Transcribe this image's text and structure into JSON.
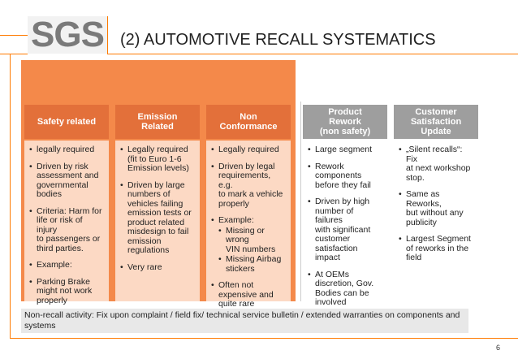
{
  "logo": "SGS",
  "title": "(2) AUTOMOTIVE RECALL SYSTEMATICS",
  "columns": [
    {
      "header": [
        "Safety related"
      ],
      "items": [
        {
          "text": [
            "legally required"
          ]
        },
        {
          "text": [
            "Driven by risk",
            "assessment and",
            "governmental",
            "bodies"
          ]
        },
        {
          "text": [
            "Criteria: Harm for",
            "life or risk of injury",
            "to passengers or",
            "third parties."
          ]
        },
        {
          "text": [
            "Example:"
          ]
        },
        {
          "text": [
            "Parking Brake",
            "might not work",
            "properly"
          ]
        }
      ]
    },
    {
      "header": [
        "Emission",
        "Related"
      ],
      "items": [
        {
          "text": [
            "Legally required",
            "(fit to Euro 1-6",
            "Emission levels)"
          ]
        },
        {
          "text": [
            "Driven by large",
            "numbers of",
            "vehicles failing",
            "emission tests or",
            "product related",
            "misdesign to fail",
            "emission",
            "regulations"
          ]
        },
        {
          "text": [
            "Very rare"
          ]
        }
      ]
    },
    {
      "header": [
        "Non",
        "Conformance"
      ],
      "items": [
        {
          "text": [
            "Legally required"
          ]
        },
        {
          "text": [
            "Driven by legal",
            "requirements, e.g.",
            "to mark a vehicle",
            "properly"
          ]
        },
        {
          "text": [
            "Example:"
          ],
          "sub": [
            [
              "Missing or wrong",
              "VIN numbers"
            ],
            [
              "Missing Airbag",
              "stickers"
            ]
          ]
        },
        {
          "text": [
            "Often not",
            "expensive and",
            "quite rare"
          ]
        }
      ]
    },
    {
      "header": [
        "Product",
        "Rework",
        "(non safety)"
      ],
      "items": [
        {
          "text": [
            "Large segment"
          ]
        },
        {
          "text": [
            "Rework",
            "components",
            "before they fail"
          ]
        },
        {
          "text": [
            "Driven by high",
            "number of failures",
            "with significant",
            "customer",
            "satisfaction impact"
          ]
        },
        {
          "text": [
            "At OEMs",
            "discretion, Gov.",
            "Bodies can be",
            "involved"
          ]
        }
      ]
    },
    {
      "header": [
        "Customer",
        "Satisfaction",
        "Update"
      ],
      "items": [
        {
          "text": [
            "„Silent recalls“: Fix",
            "at next workshop",
            "stop."
          ]
        },
        {
          "text": [
            "Same as Reworks,",
            "but without any",
            "publicity"
          ]
        },
        {
          "text": [
            "Largest Segment",
            "of reworks in the",
            "field"
          ]
        }
      ]
    }
  ],
  "footer": "Non-recall activity: Fix upon complaint / field fix/ technical service bulletin / extended warranties on components and systems",
  "page_number": "6",
  "colors": {
    "accent": "#ff7a00",
    "band": "#f4894a",
    "header_dark": "#e3703a",
    "header_gray": "#9e9e9e",
    "body_peach": "#fcd9c4",
    "footer_bg": "#e8e8e8"
  }
}
